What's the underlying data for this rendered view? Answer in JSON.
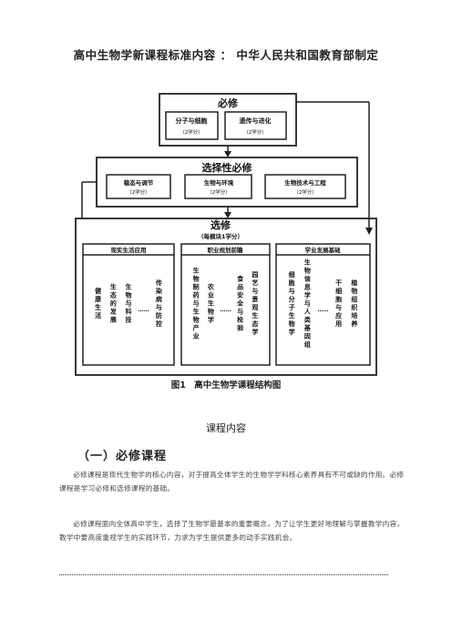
{
  "doc": {
    "title": "高中生物学新课程标准内容 ： 中华人民共和国教育部制定",
    "figure_caption": "图1　高中生物学课程结构图",
    "section_title": "课程内容",
    "heading": "（一）必修课程",
    "paragraphs": [
      "必修课程是现代生物学的核心内容，对于提高全体学生的生物学学科核心素养具有不可或缺的作用。必修课程是学习必修和选修课程的基础。",
      "必修课程面向全体高中学生，选择了生物学最基本的重要概念，为了让学生更好地理解与掌握教学内容，教学中要高度重视学生的实践环节，力求为学生提供更多的动手实践机会。"
    ]
  },
  "diagram": {
    "required": {
      "label": "必修",
      "modules": [
        {
          "name": "分子与细胞",
          "credit": "（2学分）"
        },
        {
          "name": "遗传与进化",
          "credit": "（2学分）"
        }
      ]
    },
    "elective_required": {
      "label": "选择性必修",
      "modules": [
        {
          "name": "稳态与调节",
          "credit": "（2学分）"
        },
        {
          "name": "生物与环境",
          "credit": "（2学分）"
        },
        {
          "name": "生物技术与工程",
          "credit": "（2学分）"
        }
      ]
    },
    "elective": {
      "label": "选修",
      "sublabel": "（每模块1学分）",
      "ellipsis": "……",
      "groups": [
        {
          "name": "现实生活应用",
          "left": [
            "健康生活",
            "生态的发展",
            "生物与科技"
          ],
          "right": [
            "传染病与防控"
          ]
        },
        {
          "name": "职业规划前瞻",
          "left": [
            "生物制药与生物产业",
            "农业生物学"
          ],
          "right": [
            "食品安全与检验",
            "园艺与景观生态学"
          ]
        },
        {
          "name": "学业发展基础",
          "left": [
            "细胞与分子生物学",
            "生物信息学与人类基因组"
          ],
          "right": [
            "干细胞与应用",
            "植物组织培养"
          ]
        }
      ]
    }
  }
}
